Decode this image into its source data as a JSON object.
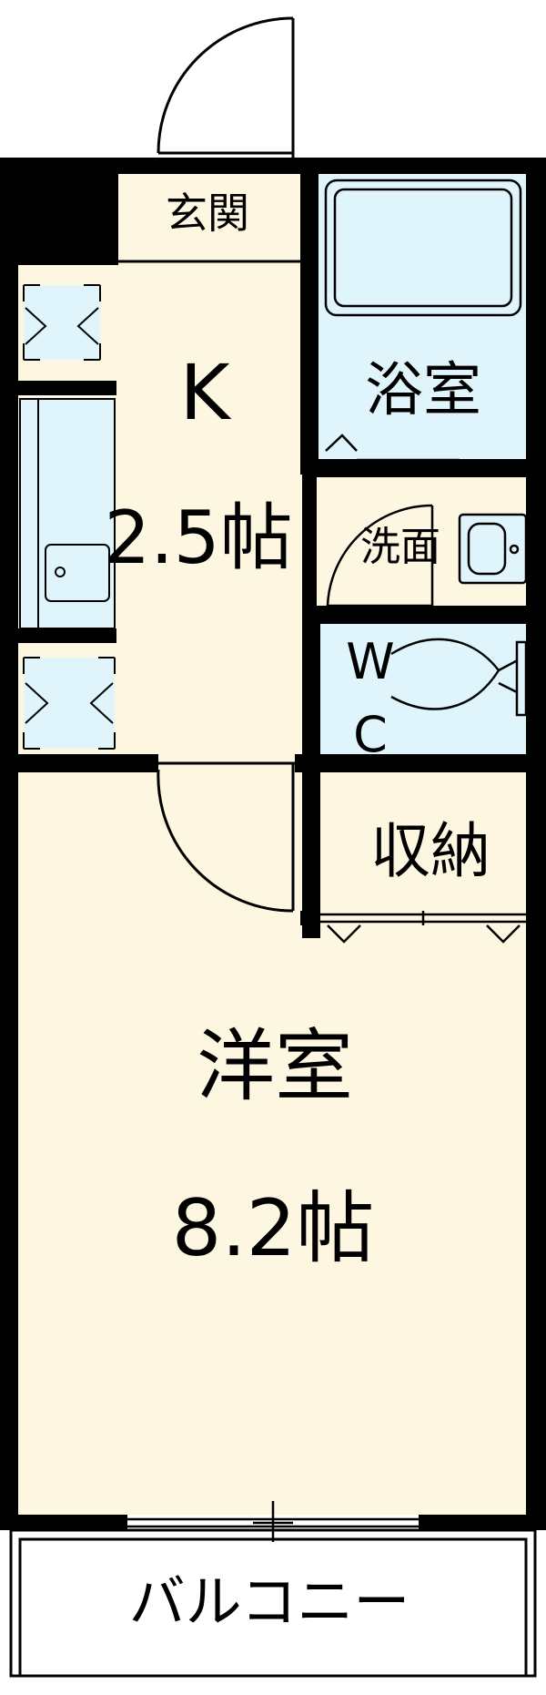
{
  "rooms": {
    "genkan": {
      "label": "玄関"
    },
    "kitchen": {
      "label": "K",
      "size": "2.5帖"
    },
    "bath": {
      "label": "浴室"
    },
    "washroom": {
      "label": "洗面"
    },
    "toilet": {
      "label_top": "W",
      "label_bottom": "C"
    },
    "storage": {
      "label": "収納"
    },
    "western_room": {
      "label": "洋室",
      "size": "8.2帖"
    },
    "balcony": {
      "label": "バルコニー"
    }
  },
  "colors": {
    "wall": "#000000",
    "floor": "#fdf6e1",
    "wet_area": "#dff4fb",
    "storage": "#fde6ee",
    "balcony": "#ffffff"
  }
}
